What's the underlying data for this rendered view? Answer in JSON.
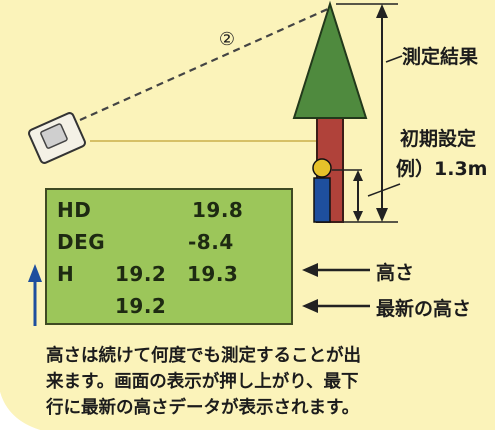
{
  "marker": "②",
  "display": {
    "hd_label": "HD",
    "hd_value": "19.8",
    "deg_label": "DEG",
    "deg_value": "-8.4",
    "h_label": "H",
    "h_value_1": "19.2",
    "h_value_2": "19.3",
    "h_latest": "19.2"
  },
  "labels": {
    "measurement_result": "測定結果",
    "initial_setting_line1": "初期設定",
    "initial_setting_line2": "例）1.3m",
    "height": "高さ",
    "latest_height": "最新の高さ"
  },
  "caption": {
    "line1": "高さは続けて何度でも測定することが出",
    "line2": "来ます。画面の表示が押し上がり、最下",
    "line3": "行に最新の高さデータが表示されます。"
  },
  "colors": {
    "background": "#fbf3ba",
    "tree_green": "#4f8a3e",
    "trunk_red": "#b0423a",
    "lcd_green": "#9cc65a",
    "arrow_blue": "#1e4f9e",
    "person_yellow": "#e6c22a"
  }
}
